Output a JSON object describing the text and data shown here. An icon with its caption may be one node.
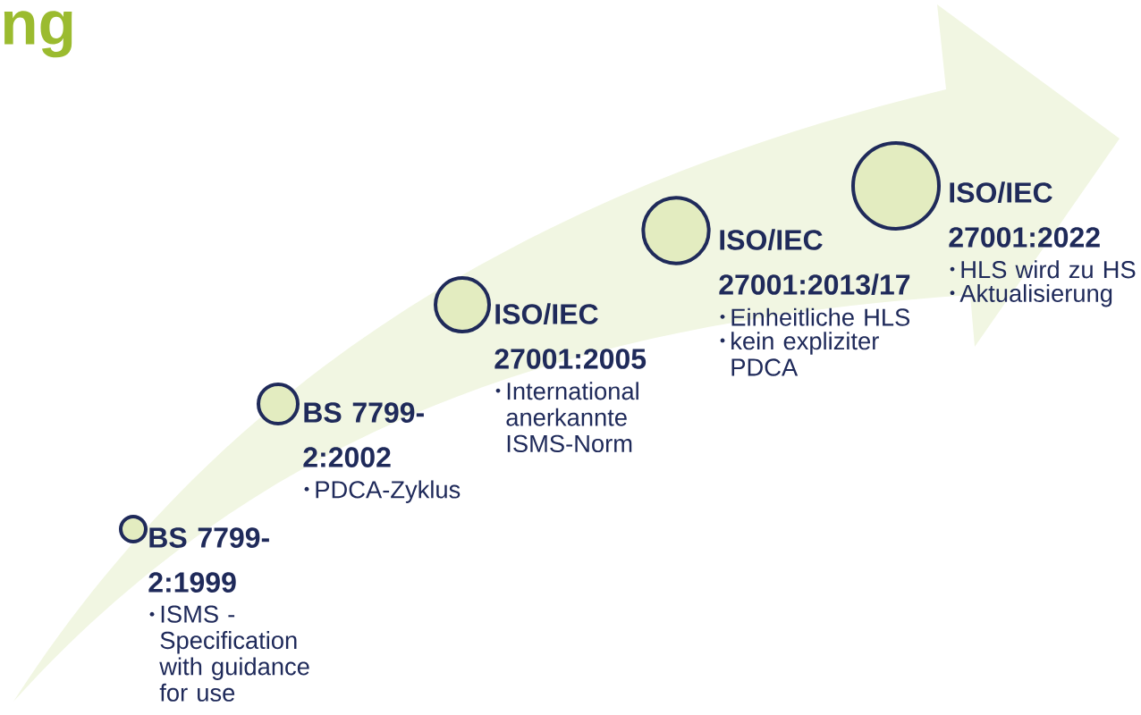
{
  "diagram": {
    "title": "ng",
    "nodes": [
      {
        "text": [
          "BS 7799-2:1999",
          "ISMS - Specification with guidance for use"
        ]
      },
      {
        "text": [
          "BS 7799-2:2002",
          "PDCA-Zyklus"
        ]
      },
      {
        "text": [
          "ISO/IEC 27001:2005",
          "International anerkannte ISMS-Norm"
        ]
      },
      {
        "text": [
          "ISO/IEC 27001:2013/17",
          "Einheitliche HLS",
          "kein expliziter PDCA"
        ]
      },
      {
        "text": [
          "ISO/IEC 27001:2022",
          "HLS wird zu HS",
          "Aktualisierung"
        ]
      }
    ]
  }
}
